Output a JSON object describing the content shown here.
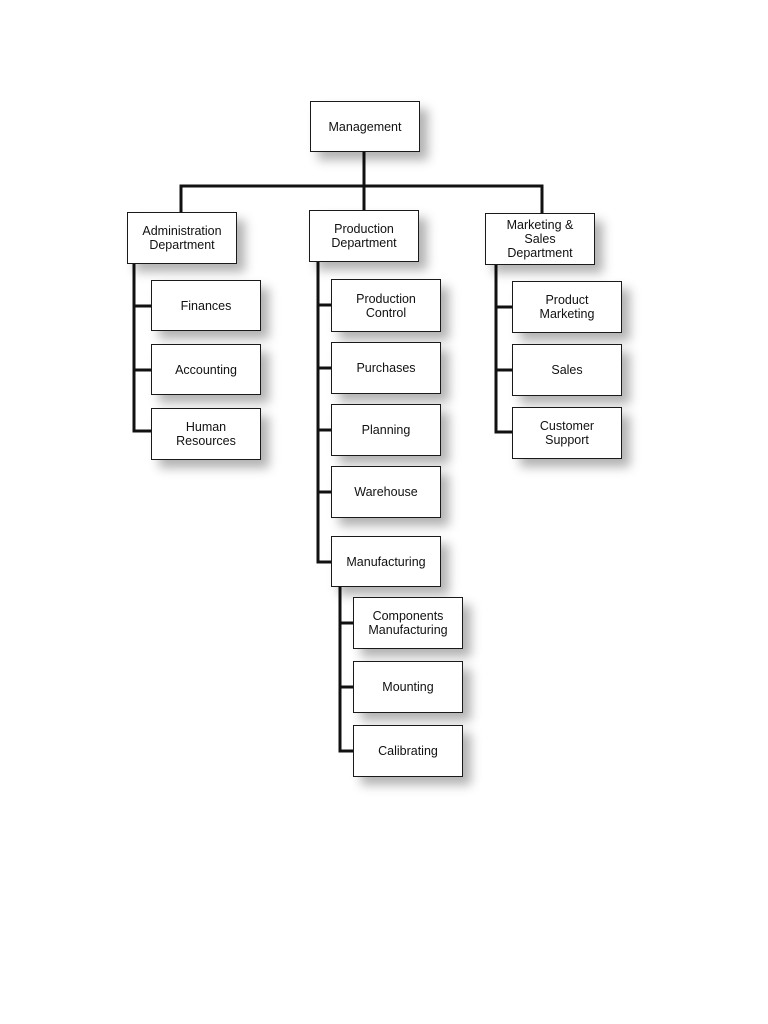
{
  "org_chart": {
    "root": "Management",
    "departments": [
      {
        "label": "Administration\nDepartment",
        "units": [
          "Finances",
          "Accounting",
          "Human\nResources"
        ]
      },
      {
        "label": "Production\nDepartment",
        "units": [
          "Production\nControl",
          "Purchases",
          "Planning",
          "Warehouse",
          "Manufacturing"
        ],
        "manufacturing_units": [
          "Components\nManufacturing",
          "Mounting",
          "Calibrating"
        ]
      },
      {
        "label": "Marketing &\nSales Department",
        "units": [
          "Product\nMarketing",
          "Sales",
          "Customer\nSupport"
        ]
      }
    ]
  }
}
